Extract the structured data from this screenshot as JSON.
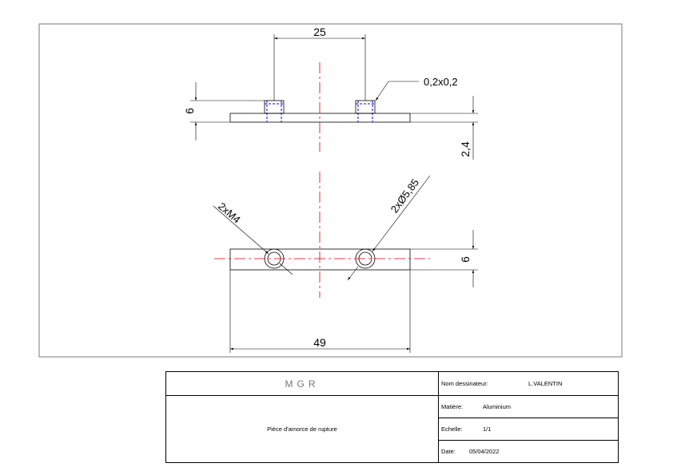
{
  "dimensions": {
    "top_spacing": "25",
    "chamfer": "0,2x0,2",
    "height_top": "6",
    "plate_thickness": "2,4",
    "thread": "2xM4",
    "bore": "2xØ5,85",
    "height_bottom": "6",
    "length": "49"
  },
  "title_block": {
    "company": "MGR",
    "part_name": "Pièce d'amorce de rupture",
    "designer_label": "Nom dessinateur:",
    "designer": "L.VALENTIN",
    "material_label": "Matière:",
    "material": "Aluminium",
    "scale_label": "Echelle:",
    "scale": "1/1",
    "date_label": "Date:",
    "date": "05/04/2022"
  },
  "colors": {
    "line": "#000000",
    "centerline": "#e00000",
    "hidden": "#0000dd",
    "frame": "#7a7a7a"
  }
}
